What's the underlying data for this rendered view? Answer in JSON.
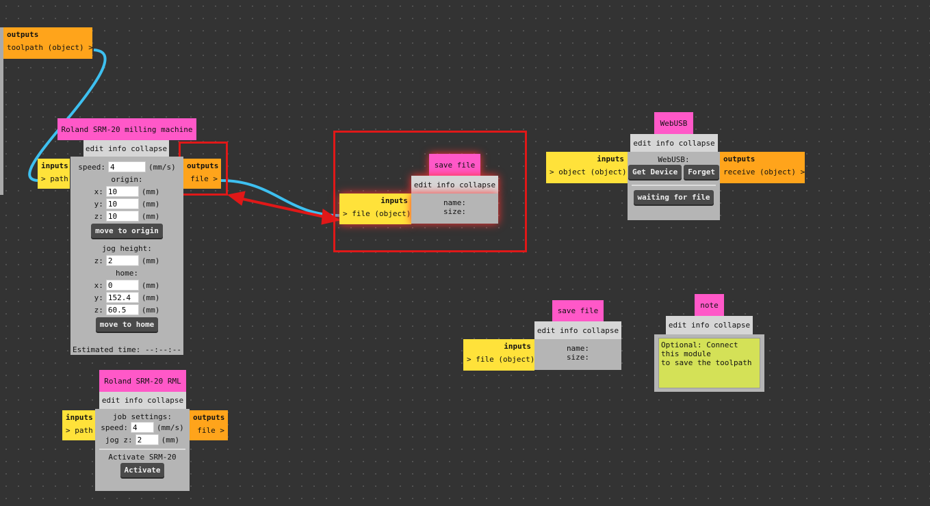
{
  "top_module": {
    "outputs_label": "outputs",
    "output": "toolpath (object) >"
  },
  "milling": {
    "title": "Roland SRM-20 milling machine",
    "edit": "edit info collapse",
    "inputs_label": "inputs",
    "input": "> path",
    "outputs_label": "outputs",
    "output": "file >",
    "speed_label": "speed:",
    "speed": "4",
    "speed_unit": "(mm/s)",
    "origin_label": "origin:",
    "origin": {
      "x": "10",
      "y": "10",
      "z": "10"
    },
    "unit": "(mm)",
    "move_origin": "move to origin",
    "jog_label": "jog height:",
    "jog_z": "2",
    "home_label": "home:",
    "home": {
      "x": "0",
      "y": "152.4",
      "z": "60.5"
    },
    "move_home": "move to home",
    "estimated": "Estimated time: --:--:--",
    "lx": "x:",
    "ly": "y:",
    "lz": "z:"
  },
  "save1": {
    "title": "save file",
    "edit": "edit info collapse",
    "inputs_label": "inputs",
    "input": "> file (object)",
    "name": "name:",
    "size": "size:"
  },
  "webusb": {
    "title": "WebUSB",
    "edit": "edit info collapse",
    "inputs_label": "inputs",
    "input": "> object (object)",
    "label": "WebUSB:",
    "get": "Get Device",
    "forget": "Forget",
    "waiting": "waiting for file",
    "outputs_label": "outputs",
    "output": "receive (object) >"
  },
  "save2": {
    "title": "save file",
    "edit": "edit info collapse",
    "inputs_label": "inputs",
    "input": "> file (object)",
    "name": "name:",
    "size": "size:"
  },
  "note": {
    "title": "note",
    "edit": "edit info collapse",
    "text": "Optional: Connect this module\nto save the toolpath"
  },
  "rml": {
    "title": "Roland SRM-20 RML",
    "edit": "edit info collapse",
    "inputs_label": "inputs",
    "input": "> path",
    "outputs_label": "outputs",
    "output": "file >",
    "job": "job settings:",
    "speed_label": "speed:",
    "speed": "4",
    "speed_unit": "(mm/s)",
    "jog_label": "jog z:",
    "jog": "2",
    "jog_unit": "(mm)",
    "activate_label": "Activate SRM-20",
    "activate": "Activate"
  },
  "colors": {
    "title": "#ff58c8",
    "inputs": "#ffe23a",
    "outputs": "#ffa41b",
    "wire": "#3ec0f0",
    "highlight": "#e01818"
  }
}
